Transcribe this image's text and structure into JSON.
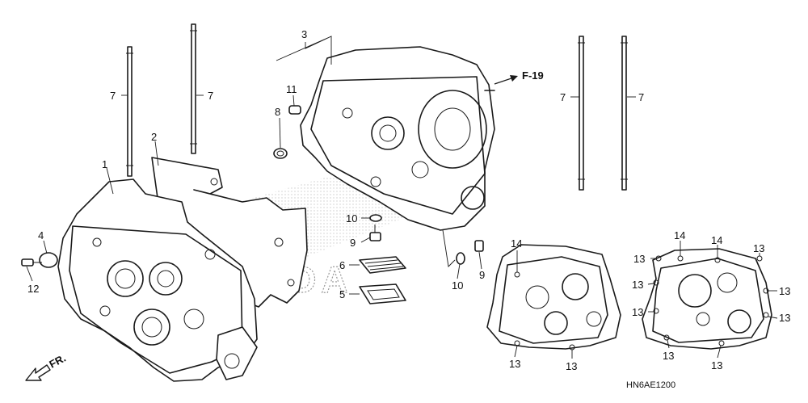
{
  "callouts": {
    "c1": "1",
    "c2": "2",
    "c3": "3",
    "c4": "4",
    "c5": "5",
    "c6": "6",
    "c7": "7",
    "c8": "8",
    "c9": "9",
    "c10": "10",
    "c11": "11",
    "c12": "12",
    "c13": "13",
    "c14": "14"
  },
  "reference": {
    "page": "F-19"
  },
  "direction": {
    "front": "FR."
  },
  "diagram_code": "HN6AE1200",
  "watermark": "HONDA",
  "colors": {
    "line": "#1a1a1a",
    "background": "#ffffff",
    "watermark": "#9a9a9a"
  },
  "icons": {
    "front_arrow": "front-arrow-icon",
    "reference_arrow": "reference-arrow-icon"
  }
}
